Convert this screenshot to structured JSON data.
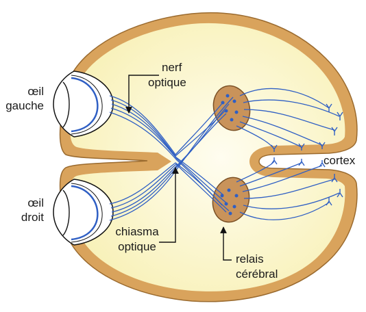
{
  "labels": {
    "left_eye_line1": "œil",
    "left_eye_line2": "gauche",
    "right_eye_line1": "œil",
    "right_eye_line2": "droit",
    "optic_nerve_line1": "nerf",
    "optic_nerve_line2": "optique",
    "chiasm_line1": "chiasma",
    "chiasm_line2": "optique",
    "relay_line1": "relais",
    "relay_line2": "cérébral",
    "cortex": "cortex"
  },
  "colors": {
    "brain_fill": "#f8f1b8",
    "brain_center": "#fffdf0",
    "cortex_band": "#d9a35c",
    "cortex_edge": "#9a6a2e",
    "relay_fill": "#c9935a",
    "fiber": "#2f5fc4",
    "line": "#111111"
  },
  "icons": {
    "eye": "eye-icon",
    "arrow": "arrow-icon"
  }
}
